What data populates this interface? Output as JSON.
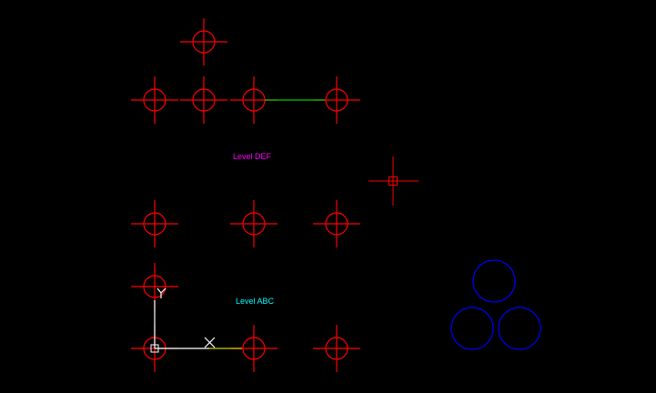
{
  "drawing": {
    "background": "#000000",
    "colors": {
      "marker": "#ff0000",
      "level_def_text": "#ff00ff",
      "level_abc_text": "#00ffff",
      "green_line": "#00ff00",
      "yellow_line": "#ffff00",
      "ucs": "#ffffff",
      "blue_circles": "#0000ff"
    },
    "labels": {
      "level_def": "Level DEF",
      "level_abc": "Level ABC"
    },
    "ucs_icon": {
      "y_axis_label": "Y",
      "x_axis_label": "X"
    },
    "crosshair_cursor": "cad-crosshair-icon",
    "marker_icon": "circle-cross-icon",
    "blue_circle_icon": "circle-icon"
  }
}
